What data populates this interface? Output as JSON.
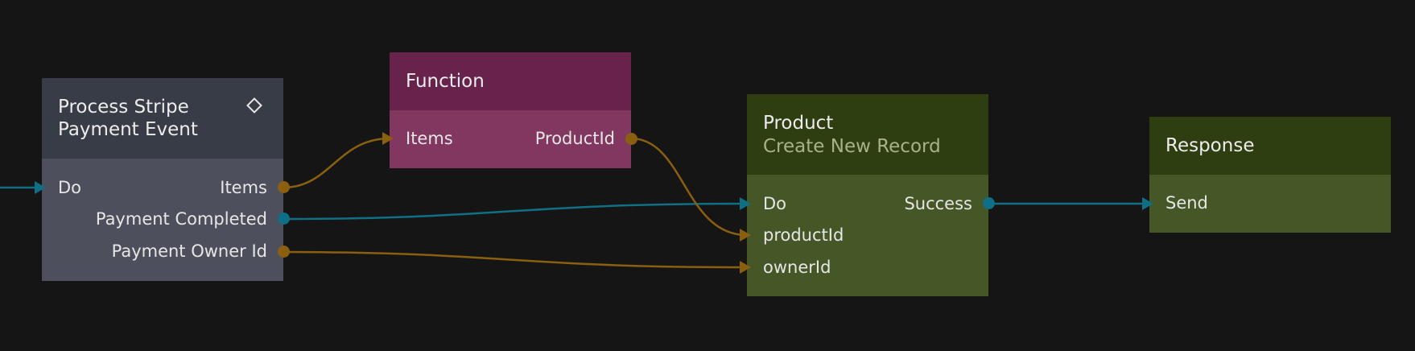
{
  "colors": {
    "background": "#151515",
    "wire_data": "#8a5f10",
    "wire_signal": "#0e6f85",
    "dot_data": "#8a5f10",
    "dot_signal": "#0e6f85",
    "process_head": "#383c46",
    "process_body": "#4d505c",
    "function_head": "#68234d",
    "function_body": "#81375f",
    "product_head": "#2e3e11",
    "product_body": "#465727",
    "product_subtitle": "#a6b289",
    "response_head": "#2e3e11",
    "response_body": "#465727"
  },
  "nodes": {
    "process": {
      "title_line1": "Process Stripe",
      "title_line2": "Payment Event",
      "icon": "diamond-icon",
      "in_do": "Do",
      "out_items": "Items",
      "out_payment_completed": "Payment Completed",
      "out_payment_owner_id": "Payment Owner Id"
    },
    "function": {
      "title": "Function",
      "in_items": "Items",
      "out_product_id": "ProductId"
    },
    "product": {
      "title": "Product",
      "subtitle": "Create New Record",
      "in_do": "Do",
      "in_product_id": "productId",
      "in_owner_id": "ownerId",
      "out_success": "Success"
    },
    "response": {
      "title": "Response",
      "in_send": "Send"
    }
  }
}
